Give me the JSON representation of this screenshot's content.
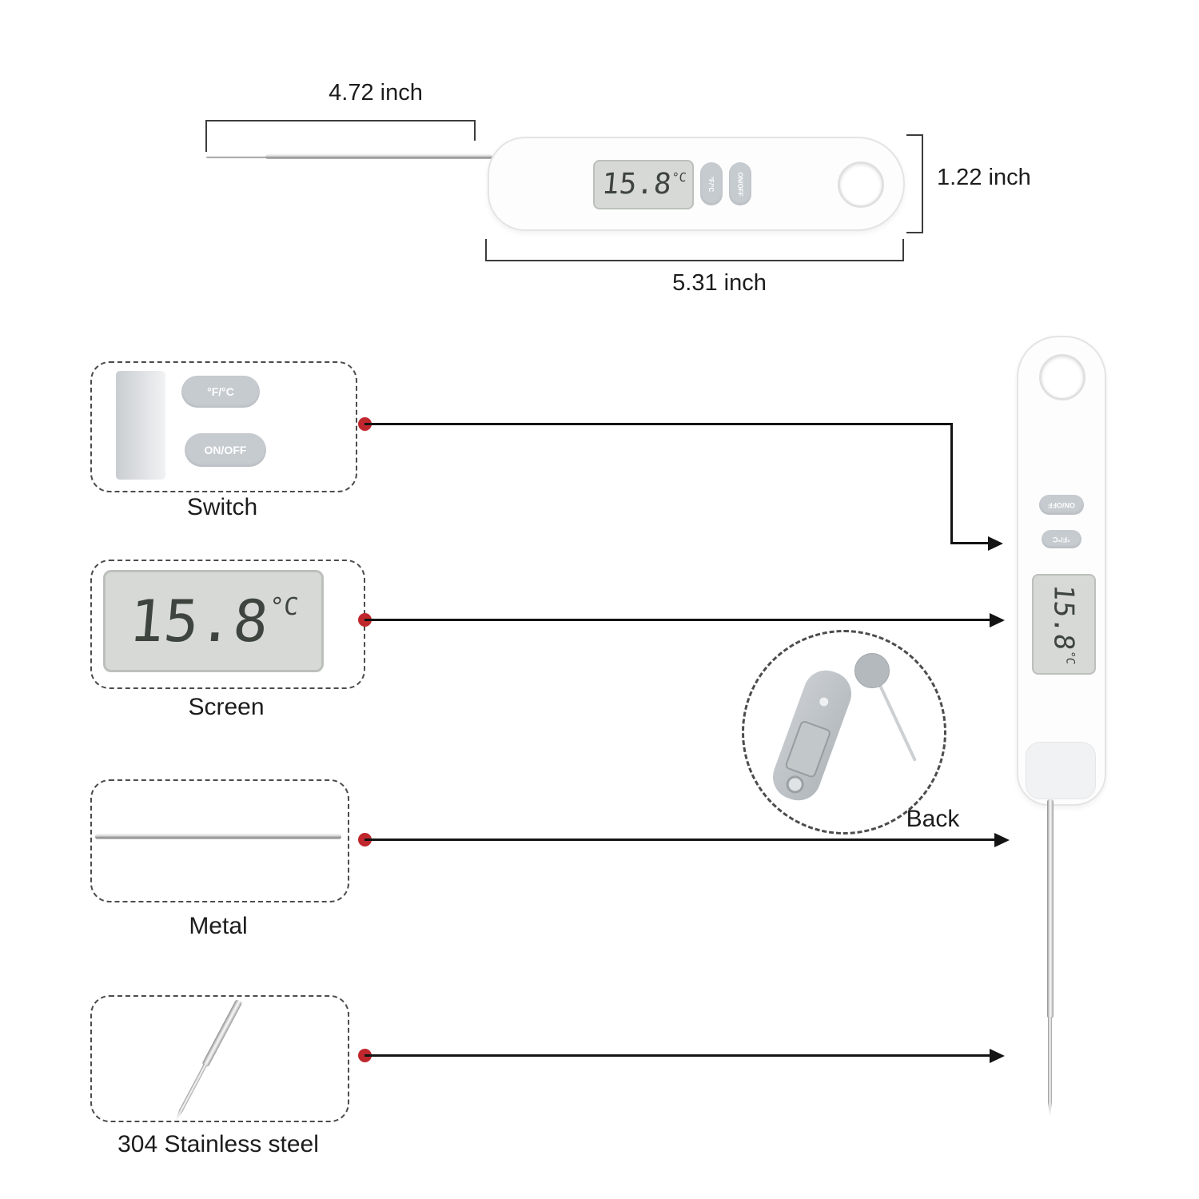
{
  "dimensions": {
    "probe": "4.72 inch",
    "height": "1.22 inch",
    "length": "5.31 inch"
  },
  "display": {
    "value": "15.8",
    "unit": "°C"
  },
  "buttons": {
    "unit_toggle": "°F/°C",
    "power": "ON/OFF"
  },
  "callouts": {
    "switch": "Switch",
    "screen": "Screen",
    "metal": "Metal",
    "steel": "304 Stainless steel"
  },
  "back": {
    "label": "Back"
  },
  "colors": {
    "accent_red": "#c0272d",
    "line_black": "#141414",
    "button_grey": "#c6cbd0",
    "lcd_grey": "#d6d9d5"
  }
}
